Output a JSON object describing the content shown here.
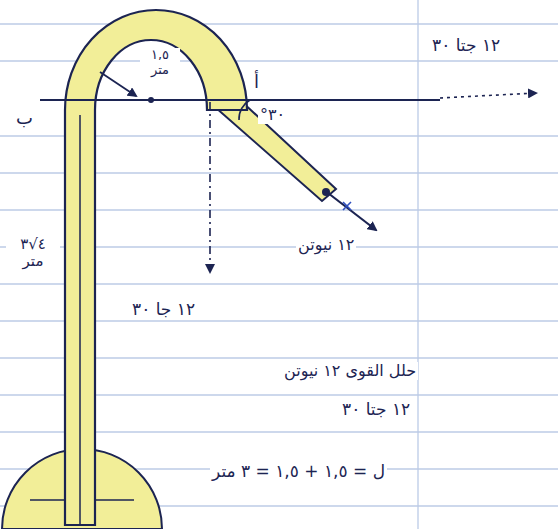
{
  "diagram": {
    "labels": [
      "١٢ جتا ٣٠",
      "ب",
      "١,٥ متر",
      "أ",
      "٣٠°",
      "١٢ نيوتن",
      "٤√٣ متر",
      "١٢ جا ٣٠",
      "حلل القوى ١٢ نيوتن",
      "١٢ جتا ٣٠",
      "ل = ١,٥ + ١,٥ = ٣ متر"
    ]
  }
}
